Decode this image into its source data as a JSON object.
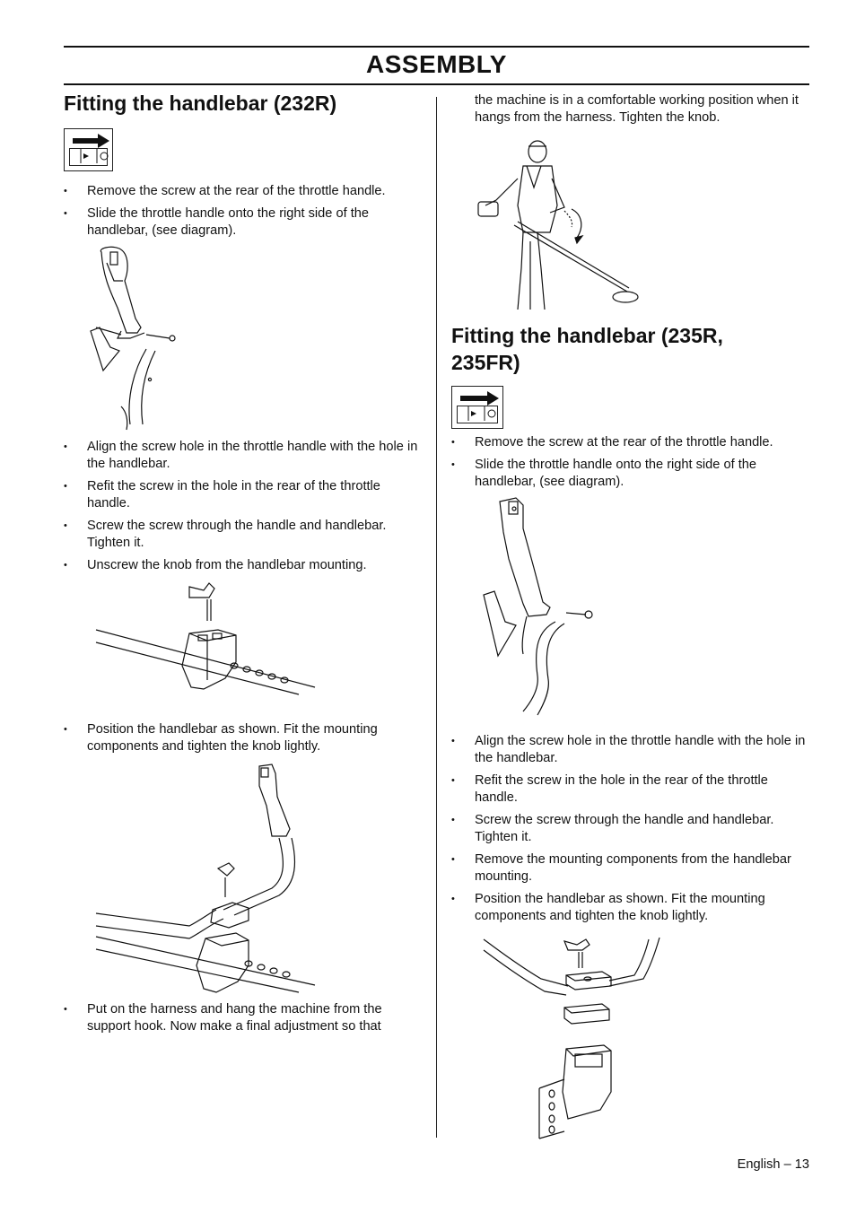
{
  "section_title": "ASSEMBLY",
  "left": {
    "heading": "Fitting the handlebar (232R)",
    "bullets_1": [
      "Remove the screw at the rear of the throttle handle.",
      "Slide the throttle handle onto the right side of the handlebar, (see diagram)."
    ],
    "bullets_2": [
      "Align the screw hole in the throttle handle with the hole in the handlebar.",
      "Refit the screw in the hole in the rear of the throttle handle.",
      "Screw the screw through the handle and handlebar. Tighten it.",
      "Unscrew the knob from the handlebar mounting."
    ],
    "bullets_3": [
      "Position the handlebar as shown. Fit the mounting components and tighten the knob lightly."
    ],
    "bullets_4": [
      "Put on the harness and hang the machine from the support hook. Now make a final adjustment so that"
    ]
  },
  "right": {
    "continuation": "the machine is in a comfortable working position when it hangs from the harness. Tighten the knob.",
    "heading": "Fitting the handlebar (235R, 235FR)",
    "bullets_1": [
      "Remove the screw at the rear of the throttle handle.",
      "Slide the throttle handle onto the right side of the handlebar, (see diagram)."
    ],
    "bullets_2": [
      "Align the screw hole in the throttle handle with the hole in the handlebar.",
      "Refit the screw in the hole in the rear of the throttle handle.",
      "Screw the screw through the handle and handlebar. Tighten it.",
      "Remove the mounting components from the handlebar mounting.",
      "Position the handlebar as shown. Fit the mounting components and tighten the knob lightly."
    ]
  },
  "footer": "English – 13"
}
